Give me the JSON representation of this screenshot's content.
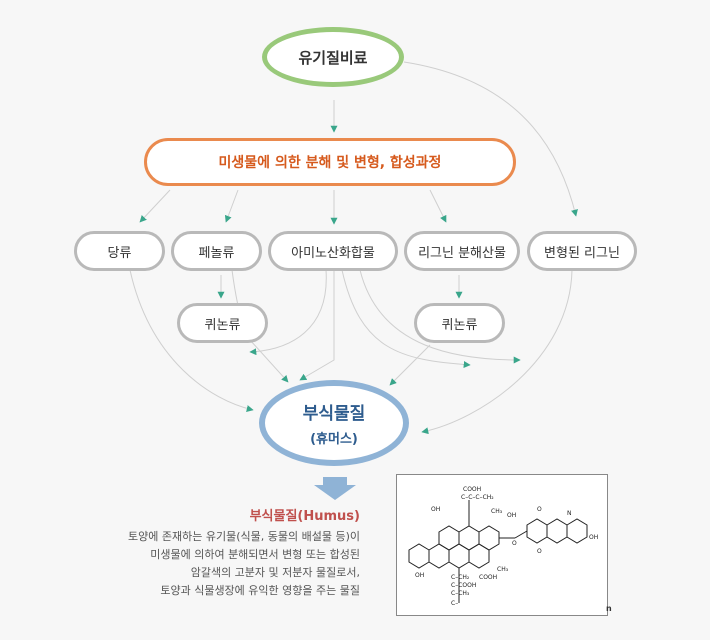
{
  "diagram": {
    "source": "유기질비료",
    "process": "미생물에 의한 분해 및 변형, 합성과정",
    "products": [
      "당류",
      "페놀류",
      "아미노산화합물",
      "리그닌 분해산물",
      "변형된 리그닌"
    ],
    "quinone_1": "퀴논류",
    "quinone_2": "퀴논류",
    "humus_title": "부식물질",
    "humus_subtitle": "(휴머스)"
  },
  "description": {
    "title": "부식물질(Humus)",
    "lines": [
      "토양에 존재하는 유기물(식물, 동물의 배설물 등)이",
      "미생물에 의하여 분해되면서 변형 또는 합성된",
      "암갈색의 고분자 및 저분자 물질로서,",
      "토양과 식물생장에 유익한 영향을 주는 물질"
    ]
  },
  "structure": {
    "labels": [
      "COOH",
      "C–C–C–CH₂",
      "OH",
      "CH₃",
      "OH",
      "O",
      "N",
      "OH",
      "O",
      "O",
      "OH",
      "C–CH₂",
      "C–COOH",
      "C–CH₃",
      "COOH",
      "CH₃",
      "C–"
    ],
    "subscript": "n"
  },
  "colors": {
    "green": "#99c97a",
    "orange": "#ea8a4e",
    "blue": "#8fb3d6",
    "arrow": "#3aa68b",
    "line": "#cfcfcf"
  }
}
